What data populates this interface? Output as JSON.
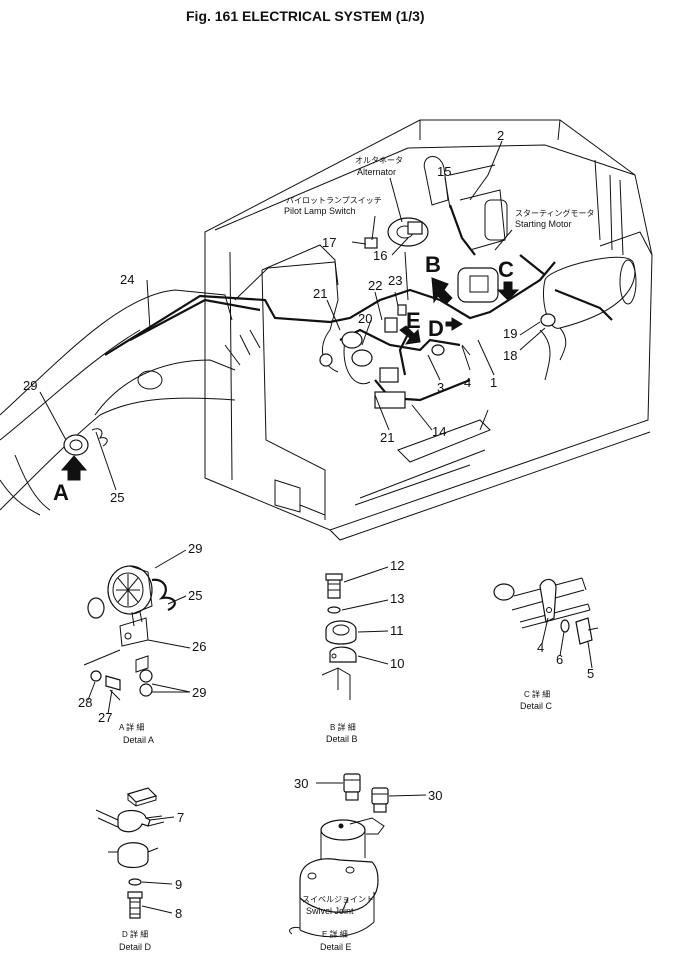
{
  "figure": {
    "title": "Fig. 161   ELECTRICAL SYSTEM (1/3)"
  },
  "callouts": {
    "alternator_jp": "オルタネータ",
    "alternator_en": "Alternator",
    "pilot_lamp_jp": "パイロットランプスイッチ",
    "pilot_lamp_en": "Pilot Lamp Switch",
    "starting_motor_jp": "スターティングモータ",
    "starting_motor_en": "Starting Motor",
    "swivel_joint_jp": "スイベルジョイント",
    "swivel_joint_en": "Swivel Joint"
  },
  "view_letters": {
    "a": "A",
    "b": "B",
    "c": "C",
    "d": "D",
    "e": "E"
  },
  "part_numbers": {
    "p1": "1",
    "p2": "2",
    "p3": "3",
    "p4": "4",
    "p5": "5",
    "p6": "6",
    "p7": "7",
    "p8": "8",
    "p9": "9",
    "p10": "10",
    "p11": "11",
    "p12": "12",
    "p13": "13",
    "p14": "14",
    "p15": "15",
    "p16": "16",
    "p17": "17",
    "p18": "18",
    "p19": "19",
    "p20": "20",
    "p21": "21",
    "p22": "22",
    "p23": "23",
    "p24": "24",
    "p25": "25",
    "p26": "26",
    "p27": "27",
    "p28": "28",
    "p29": "29",
    "p30": "30"
  },
  "details": {
    "a_jp": "A 詳 細",
    "a_en": "Detail A",
    "b_jp": "B 詳 細",
    "b_en": "Detail B",
    "c_jp": "C 詳 細",
    "c_en": "Detail C",
    "d_jp": "D 詳 細",
    "d_en": "Detail D",
    "e_jp": "E 詳 細",
    "e_en": "Detail E"
  }
}
